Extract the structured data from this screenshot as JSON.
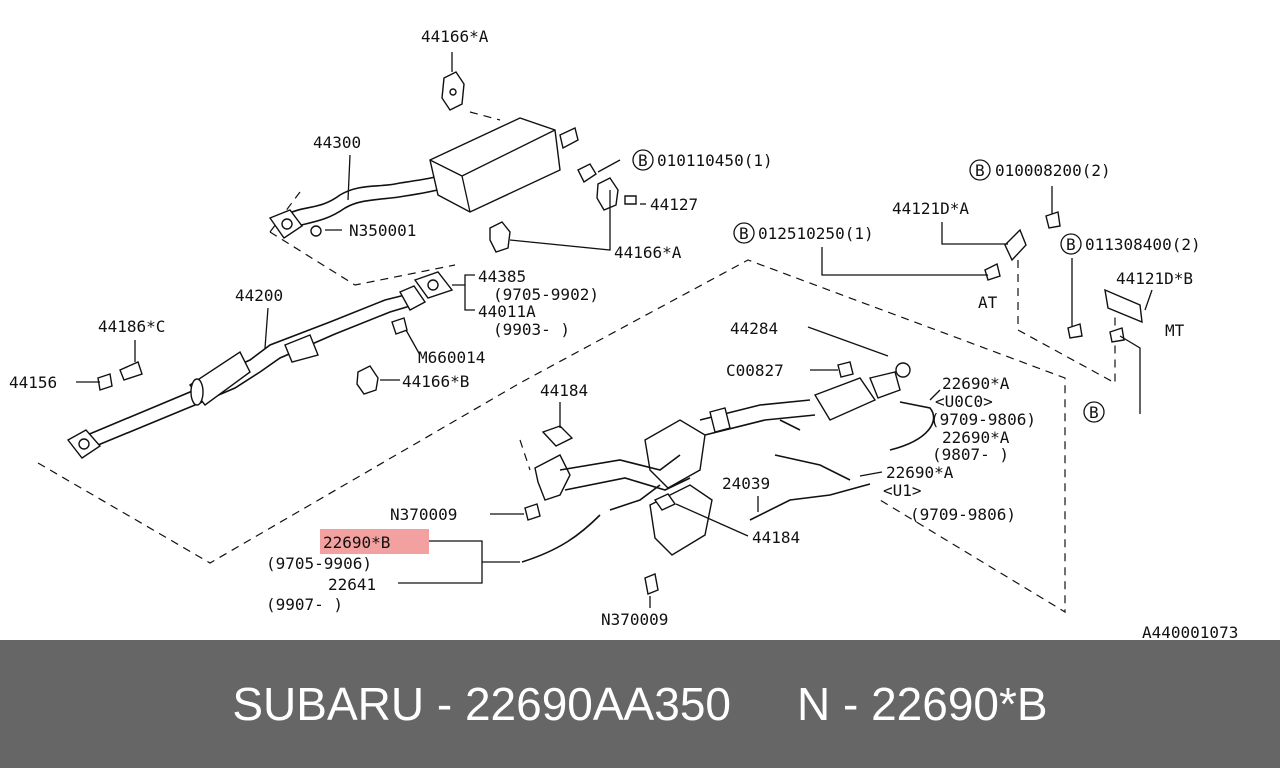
{
  "diagram": {
    "parts": [
      "44166*A",
      "44300",
      "010110450(1)",
      "44127",
      "N350001",
      "44166*A",
      "44200",
      "44385",
      "(9705-9902)",
      "44011A",
      "(9903-     )",
      "M660014",
      "44186*C",
      "44156",
      "44166*B",
      "010008200(2)",
      "44121D*A",
      "012510250(1)",
      "AT",
      "011308400(2)",
      "44121D*B",
      "MT",
      "44284",
      "C00827",
      "22690*A",
      "<U0C0>",
      "(9709-9806)",
      "22690*A",
      "(9807-     )",
      "44184",
      "22690*A",
      "<U1>",
      "24039",
      "(9709-9806)",
      "N370009",
      "44184",
      "22690*B",
      "(9705-9906)",
      "22641",
      "(9907-     )",
      "N370009"
    ],
    "circle_letter": "B",
    "highlight_color": "#f2a0a0",
    "drawing_code": "A440001073"
  },
  "footer": {
    "brand_part": "SUBARU - 22690AA350",
    "ref": "N - 22690*B",
    "background": "#666666"
  }
}
